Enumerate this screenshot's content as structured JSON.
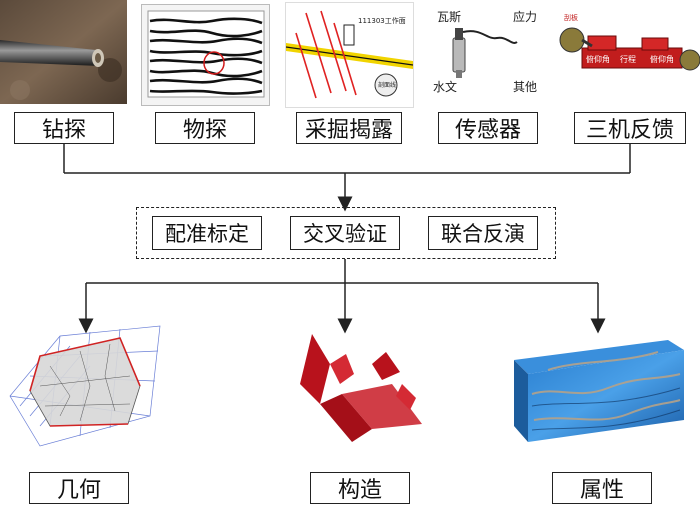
{
  "sources": [
    {
      "label": "钻探",
      "icon": "drill-rod-photo-icon"
    },
    {
      "label": "物探",
      "icon": "seismic-profile-icon"
    },
    {
      "label": "采掘揭露",
      "icon": "mine-workface-map-icon"
    },
    {
      "label": "传感器",
      "icon": "sensor-device-icon"
    },
    {
      "label": "三机反馈",
      "icon": "shearer-machine-icon"
    }
  ],
  "sensor_labels": {
    "gas": "瓦斯",
    "stress": "应力",
    "hydro": "水文",
    "other": "其他"
  },
  "workface_map_text": {
    "title": "111303工作面",
    "label": "剖面线"
  },
  "shearer_text": {
    "a": "俯仰角",
    "b": "行程",
    "c": "俯仰角",
    "d": "刮板"
  },
  "processes": [
    "配准标定",
    "交叉验证",
    "联合反演"
  ],
  "outputs": [
    {
      "label": "几何",
      "icon": "3d-surface-mesh-icon"
    },
    {
      "label": "构造",
      "icon": "fault-structure-icon"
    },
    {
      "label": "属性",
      "icon": "attribute-volume-icon"
    }
  ],
  "colors": {
    "line": "#222222",
    "fault": "#c0151f",
    "volume": "#2a7fd0"
  }
}
